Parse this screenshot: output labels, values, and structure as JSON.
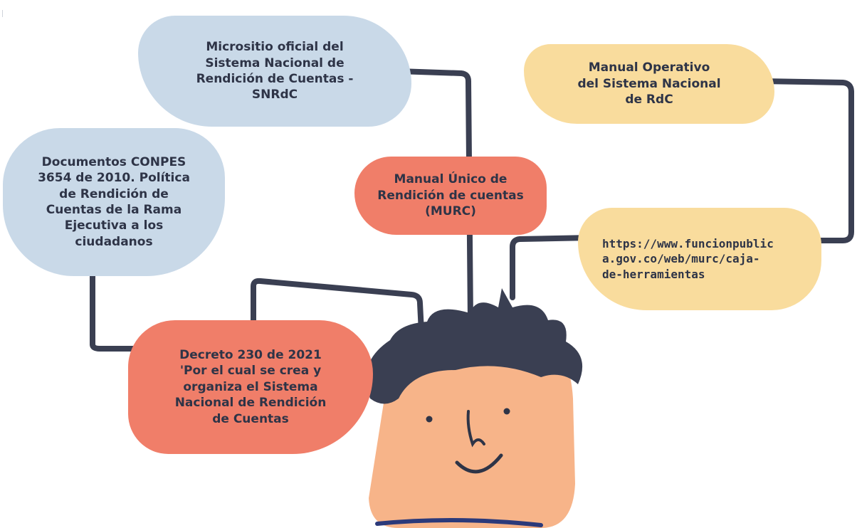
{
  "colors": {
    "line": "#3a3f52",
    "blue_bubble": "#c9d9e8",
    "coral_bubble": "#f07e69",
    "yellow_bubble": "#f9dc9d",
    "skin": "#f7b489",
    "hair": "#3a3f52",
    "text": "#2e3447"
  },
  "nodes": {
    "micrositio": "Micrositio oficial del\nSistema Nacional de\nRendición de Cuentas -\nSNRdC",
    "manual_operativo": "Manual Operativo\ndel Sistema Nacional\nde RdC",
    "conpes": "Documentos CONPES\n3654 de 2010. Política\nde Rendición de\nCuentas de la Rama\nEjecutiva a los\nciudadanos",
    "murc": "Manual Único de\nRendición de cuentas\n(MURC)",
    "url": "https://www.funcionpublic\na.gov.co/web/murc/caja-\nde-herramientas",
    "decreto": "Decreto 230 de 2021\n'Por el cual se crea y\norganiza el Sistema\nNacional de Rendición\nde Cuentas"
  },
  "illustration": {
    "character": "cartoon-person-face"
  }
}
